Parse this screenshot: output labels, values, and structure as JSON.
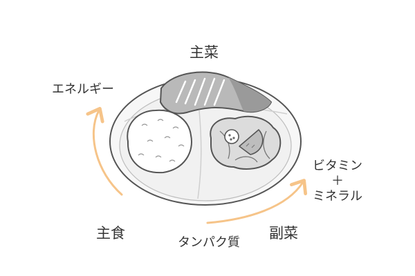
{
  "labels": {
    "shushoku": "主食",
    "shusai": "主菜",
    "fukusai": "副菜",
    "energy": "エネルギー",
    "protein": "タンパク質",
    "vitamin": "ビタミン",
    "plus": "＋",
    "mineral": "ミネラル"
  },
  "icons": {
    "plate": "plate-icon",
    "rice": "rice-icon",
    "fish": "grilled-fish-icon",
    "salad": "salad-icon"
  },
  "colors": {
    "stroke": "#555555",
    "plate": "#f4f4f4",
    "divider": "#e9e9e9",
    "fish": "#b8b8b8",
    "fish_dark": "#8e8e8e",
    "salad": "#d9d9d9",
    "arrow": "#f6c489",
    "text": "#333333"
  }
}
